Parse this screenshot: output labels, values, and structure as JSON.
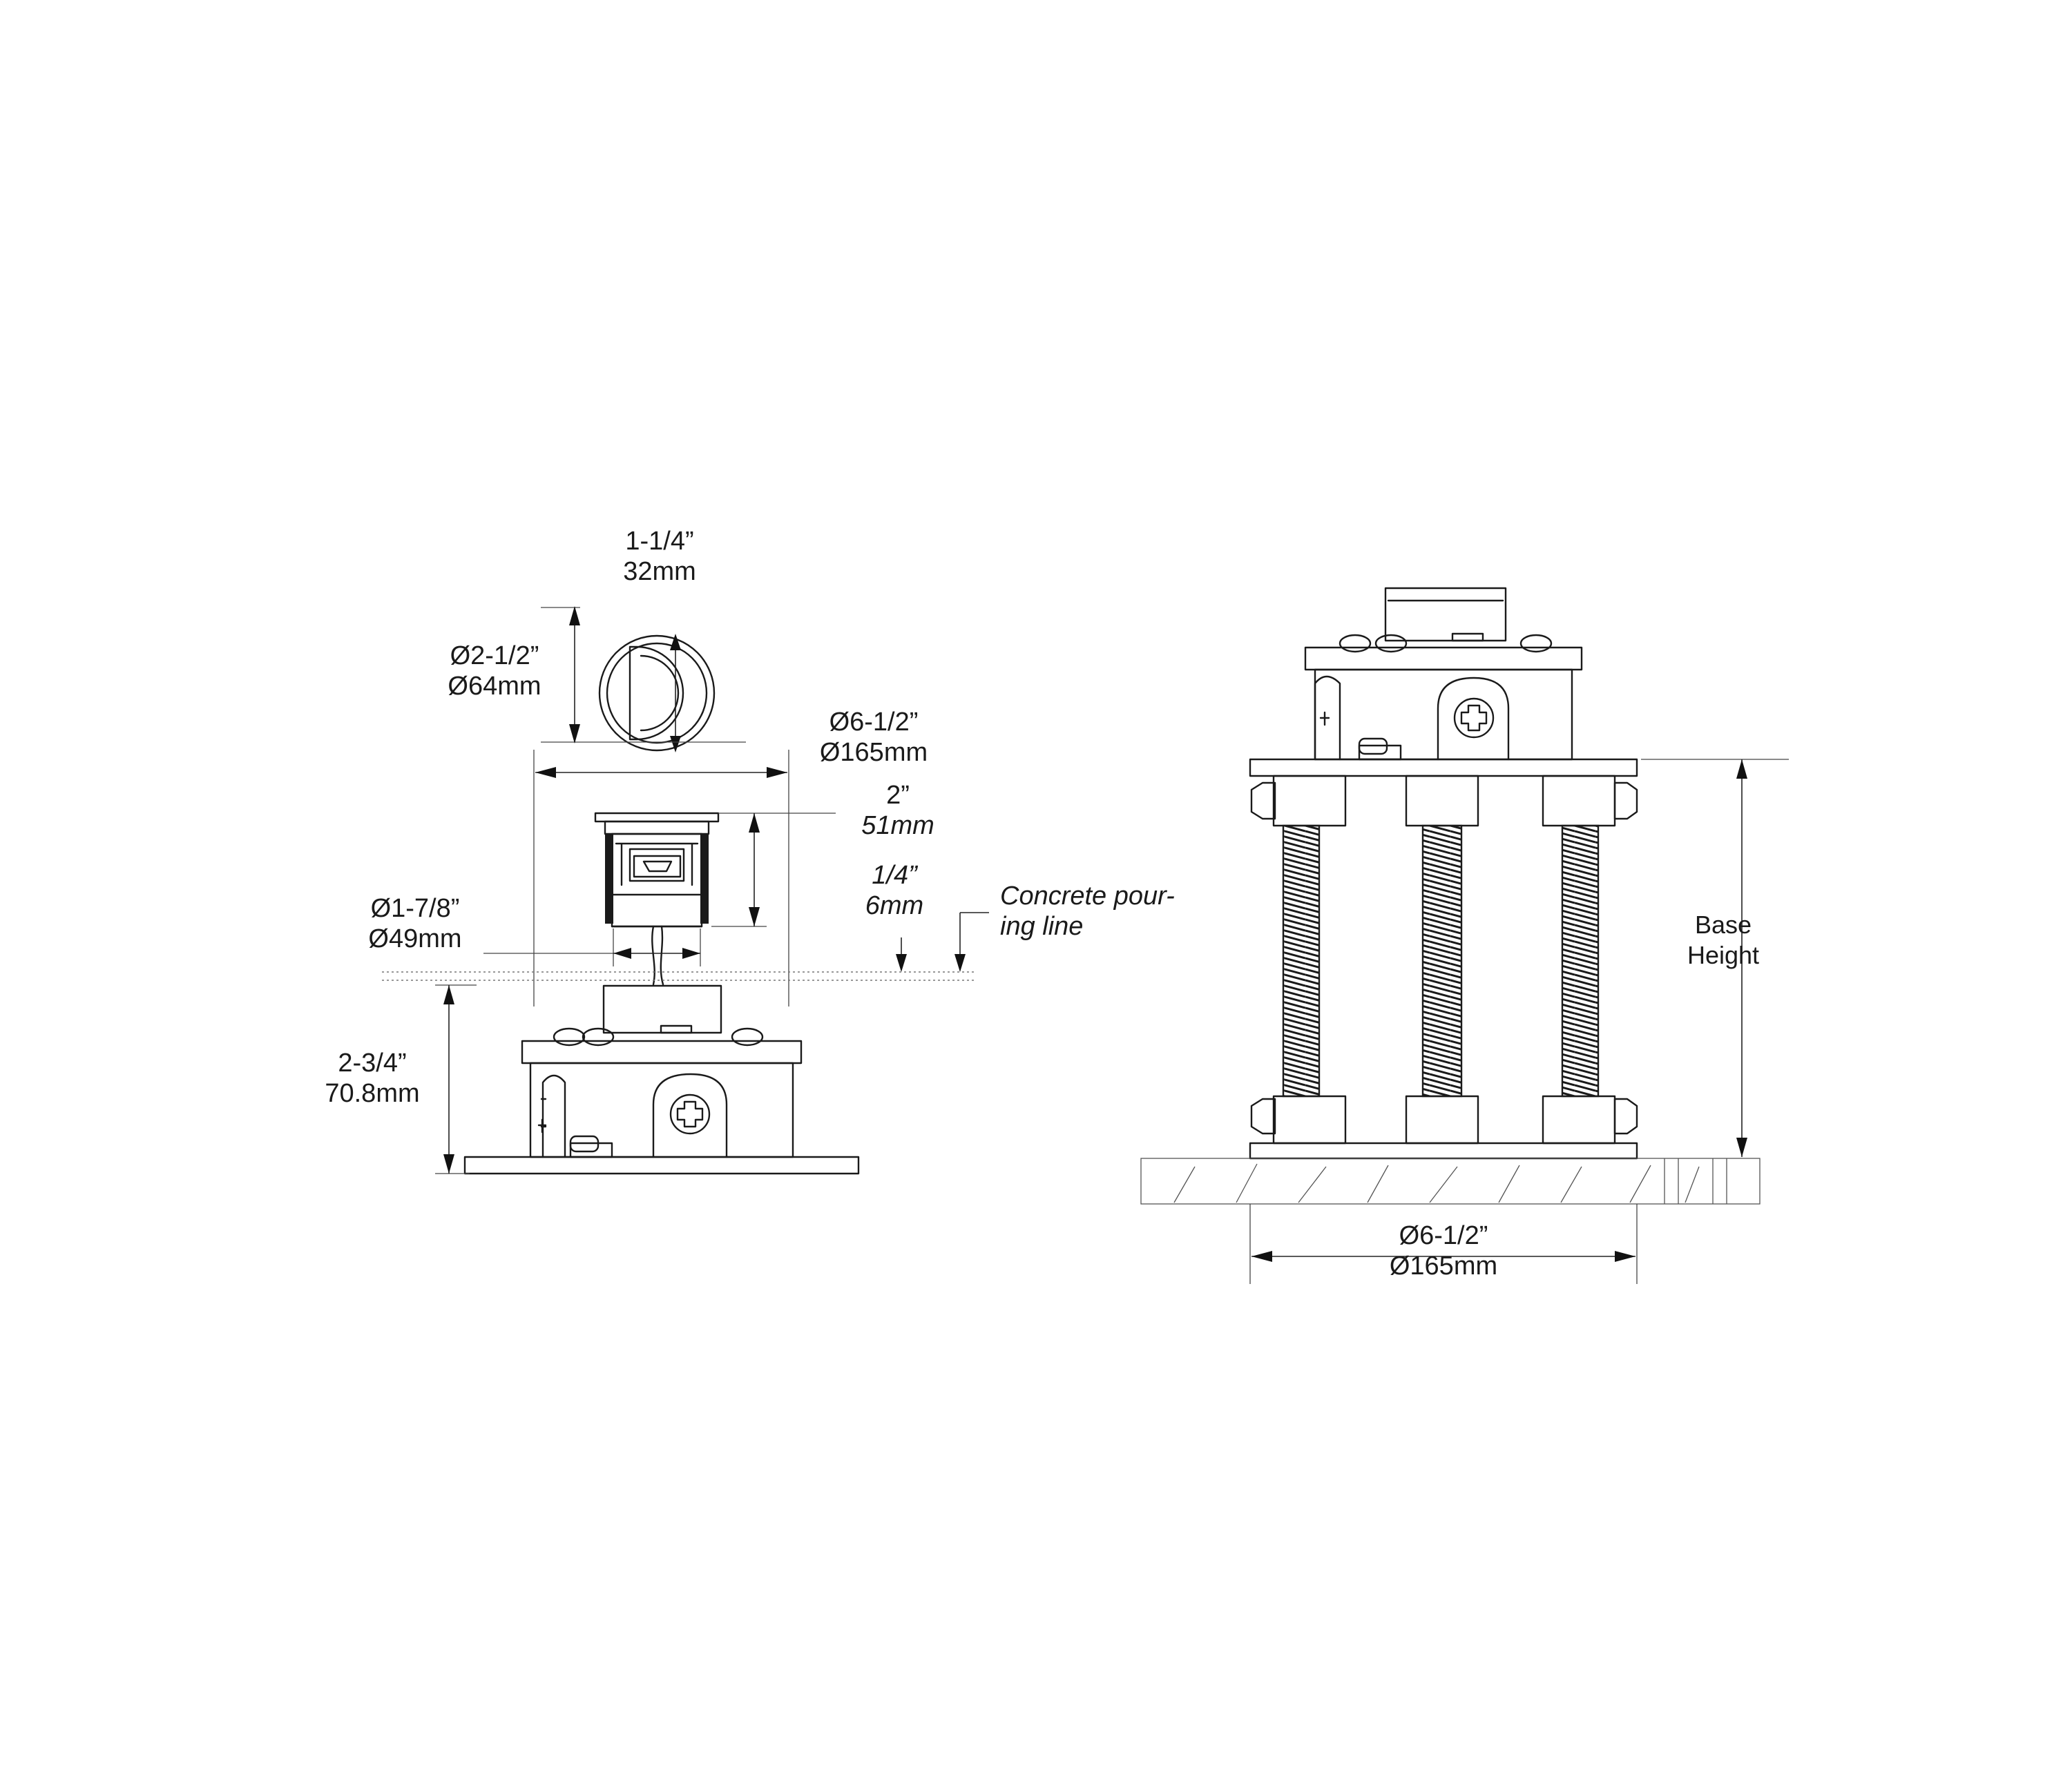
{
  "figure_type": "fixture-installation-dimension-drawing",
  "left_view": {
    "lens_width": {
      "imperial": "1-1/4”",
      "metric": "32mm"
    },
    "trim_diameter": {
      "imperial": "Ø2-1/2”",
      "metric": "Ø64mm"
    },
    "box_diameter": {
      "imperial": "Ø6-1/2”",
      "metric": "Ø165mm"
    },
    "fixture_height": {
      "imperial": "2”",
      "metric": "51mm"
    },
    "trim_offset": {
      "imperial": "1/4”",
      "metric": "6mm"
    },
    "pour_line": {
      "line1": "Concrete pour-",
      "line2": "ing line"
    },
    "housing_diameter": {
      "imperial": "Ø1-7/8”",
      "metric": "Ø49mm"
    },
    "box_height": {
      "imperial": "2-3/4”",
      "metric": "70.8mm"
    }
  },
  "right_view": {
    "base_height": {
      "line1": "Base",
      "line2": "Height"
    },
    "base_width": {
      "imperial": "Ø6-1/2”",
      "metric": "Ø165mm"
    }
  }
}
